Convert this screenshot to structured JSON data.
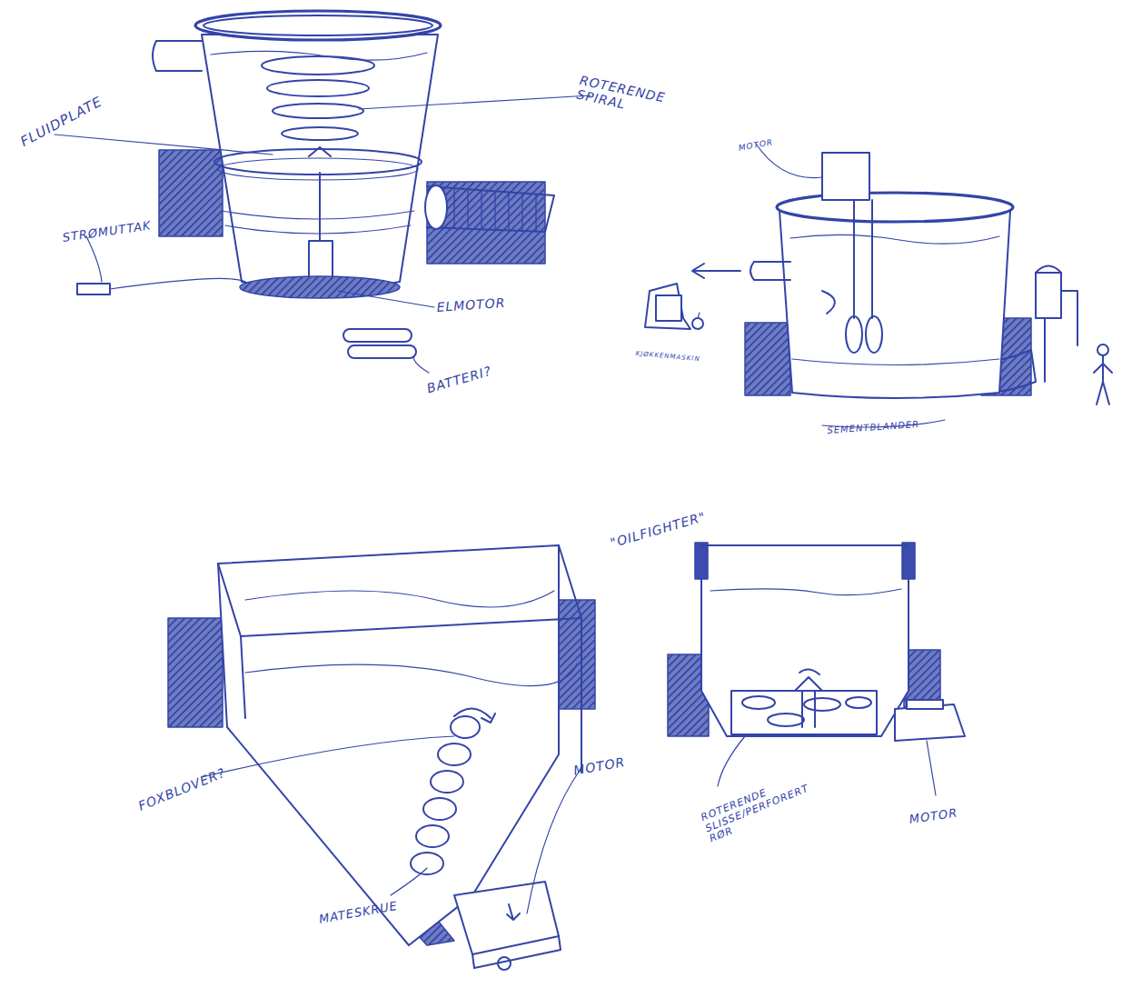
{
  "diagram": {
    "labels": [
      "FLUIDPLATE",
      "ROTERENDE SPIRAL",
      "STRØMUTTAK",
      "ELMOTOR",
      "BATTERI?",
      "MOTOR",
      "KJØKKENMASKIN",
      "SEMENTBLANDER",
      "\"OILFIGHTER\"",
      "FOXBLOVER?",
      "MOTOR",
      "MATESKRUE",
      "ROTERENDE SLISSE/PERFORERT RØR",
      "MOTOR"
    ]
  }
}
